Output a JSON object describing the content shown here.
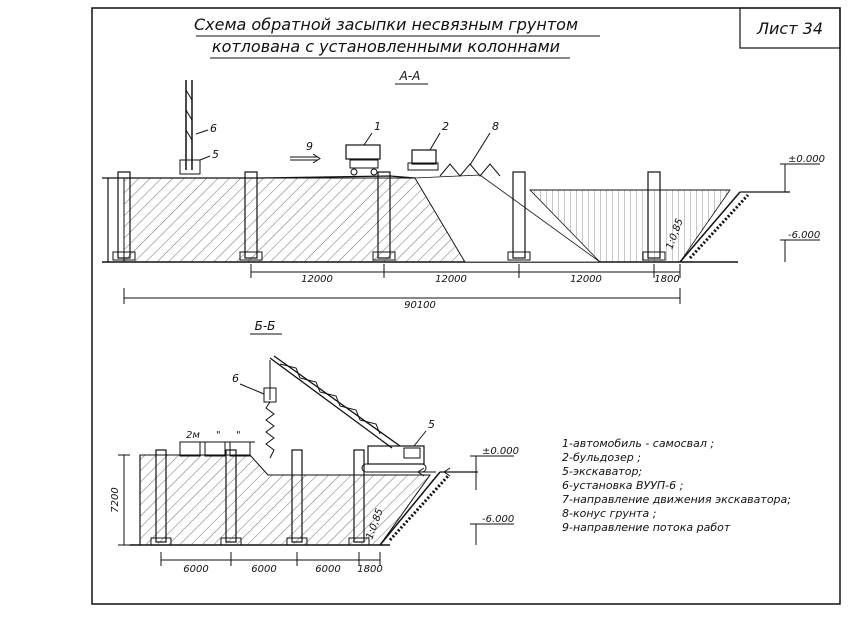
{
  "title": {
    "line1": "Схема обратной засыпки несвязным грунтом",
    "line2": "котлована с установленными колоннами"
  },
  "sheet_label": "Лист 34",
  "section_aa": {
    "label": "А-А",
    "markers": [
      "1",
      "2",
      "8",
      "6",
      "5",
      "9"
    ],
    "elevation_top": "±0.000",
    "elevation_bottom": "-6.000",
    "slope": "1:0,85",
    "dims": [
      "12000",
      "12000",
      "12000",
      "1800"
    ],
    "total": "90100"
  },
  "section_bb": {
    "label": "Б-Б",
    "markers": [
      "6",
      "5"
    ],
    "top_dims": [
      "2м",
      "\"",
      "\""
    ],
    "elevation_top": "±0.000",
    "elevation_bottom": "-6.000",
    "slope": "1:0,85",
    "height": "7200",
    "dims": [
      "6000",
      "6000",
      "6000",
      "1800"
    ]
  },
  "legend": [
    "1-автомобиль - самосвал ;",
    "2-бульдозер ;",
    "5-экскаватор;",
    "6-установка ВУУП-6 ;",
    "7-направление движения экскаватора;",
    "8-конус грунта ;",
    "9-направление потока работ"
  ]
}
